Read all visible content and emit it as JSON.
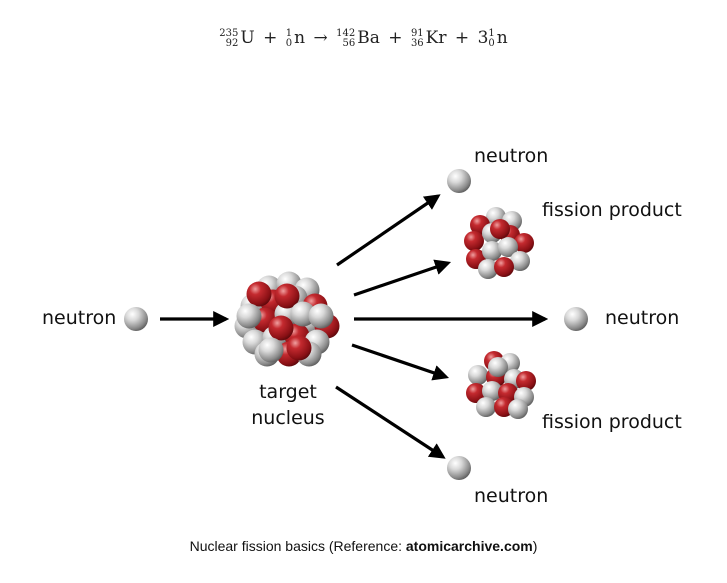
{
  "equation": {
    "uranium": {
      "mass": "235",
      "atomic": "92",
      "symbol": "U"
    },
    "neutron_in": {
      "mass": "1",
      "atomic": "0",
      "symbol": "n"
    },
    "arrow": "→",
    "barium": {
      "mass": "142",
      "atomic": "56",
      "symbol": "Ba"
    },
    "krypton": {
      "mass": "91",
      "atomic": "36",
      "symbol": "Kr"
    },
    "coefficient": "3",
    "neutron_out": {
      "mass": "1",
      "atomic": "0",
      "symbol": "n"
    },
    "plus": "+"
  },
  "labels": {
    "incoming_neutron": "neutron",
    "target_line1": "target",
    "target_line2": "nucleus",
    "top_neutron": "neutron",
    "top_fission_product": "fission product",
    "middle_neutron": "neutron",
    "bottom_fission_product": "fission product",
    "bottom_neutron": "neutron"
  },
  "caption": {
    "prefix": "Nuclear fission basics (Reference: ",
    "source": "atomicarchive.com",
    "suffix": ")"
  },
  "colors": {
    "proton": "#b01c22",
    "neutron_particle": "#c9c9c9",
    "arrow": "#000000"
  }
}
